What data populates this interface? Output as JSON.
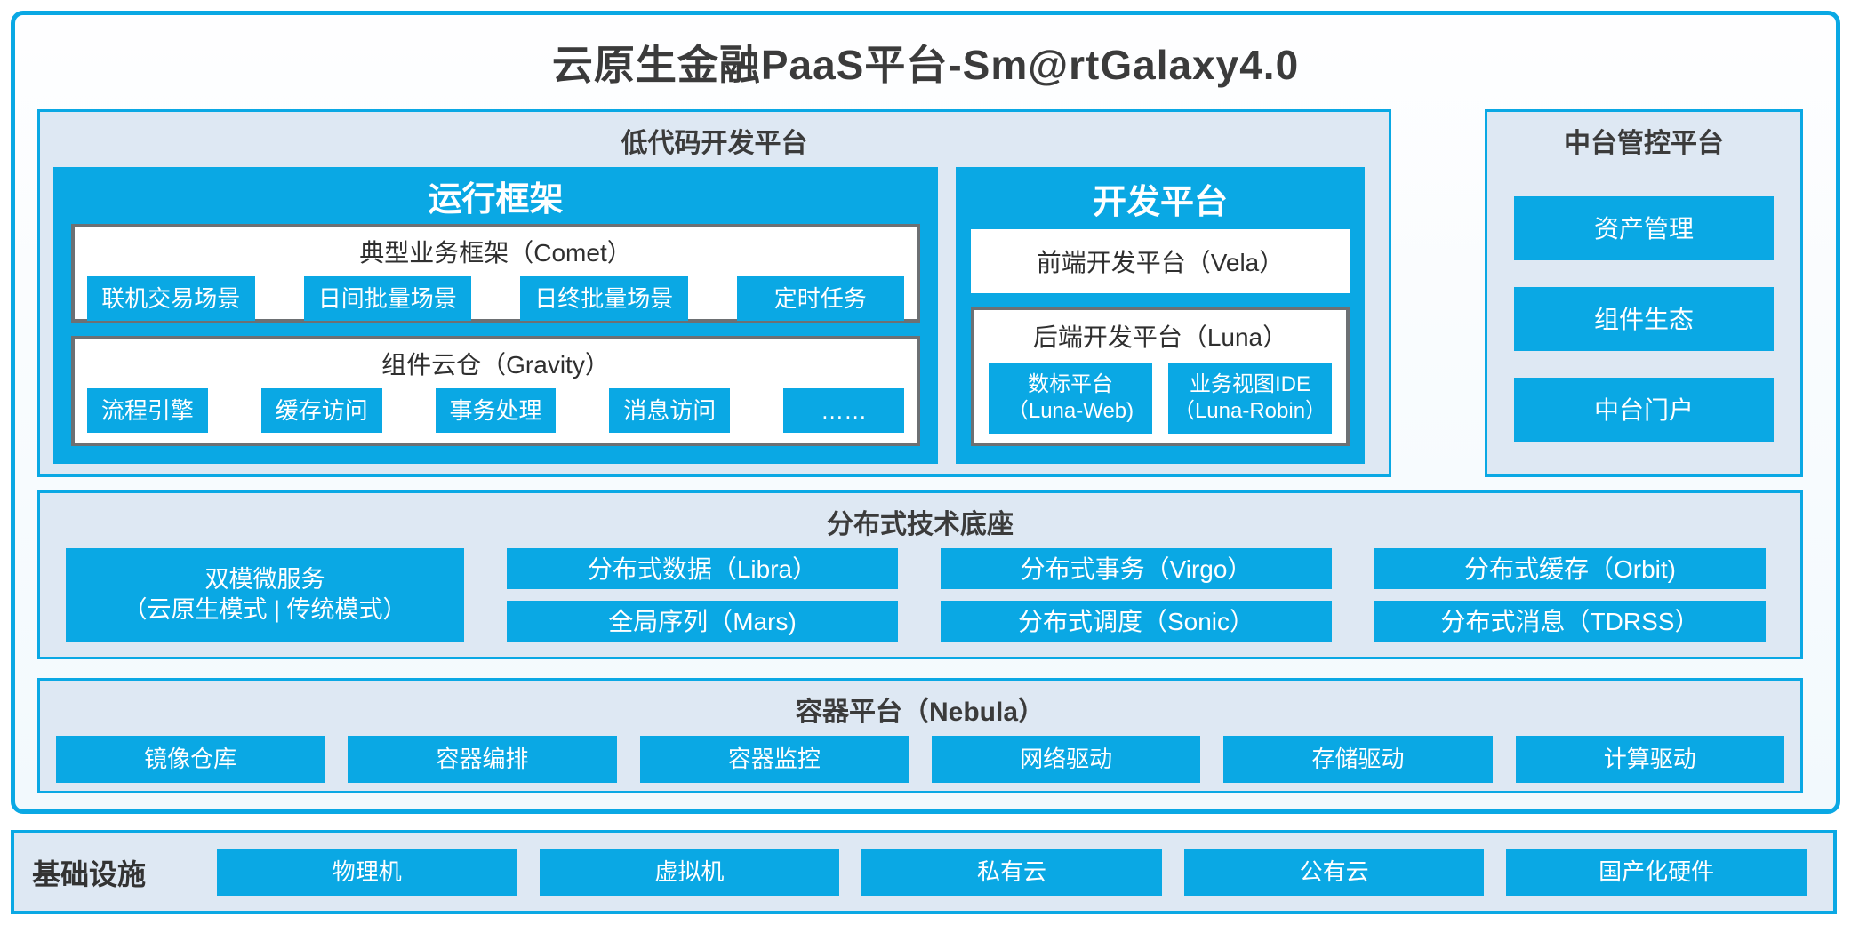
{
  "colors": {
    "accent": "#0AA8E4",
    "section_bg": "#DEE8F3",
    "gray_border": "#6D7073",
    "dark_text": "#3B3B3B",
    "panel_bg_top": "#FEFEFF",
    "panel_bg_bottom": "#F2F9FD"
  },
  "title": "云原生金融PaaS平台-Sm@rtGalaxy4.0",
  "lowcode": {
    "label": "低代码开发平台",
    "runtime": {
      "title": "运行框架",
      "comet": {
        "title": "典型业务框架（Comet）",
        "chips": [
          "联机交易场景",
          "日间批量场景",
          "日终批量场景",
          "定时任务"
        ]
      },
      "gravity": {
        "title": "组件云仓（Gravity）",
        "chips": [
          "流程引擎",
          "缓存访问",
          "事务处理",
          "消息访问",
          "……"
        ]
      }
    },
    "dev": {
      "title": "开发平台",
      "vela": "前端开发平台（Vela）",
      "luna": {
        "title": "后端开发平台（Luna）",
        "chips": [
          {
            "line1": "数标平台",
            "line2": "（Luna-Web)"
          },
          {
            "line1": "业务视图IDE",
            "line2": "（Luna-Robin）"
          }
        ]
      }
    }
  },
  "midplatform": {
    "label": "中台管控平台",
    "items": [
      "资产管理",
      "组件生态",
      "中台门户"
    ]
  },
  "distributed": {
    "label": "分布式技术底座",
    "dual": {
      "line1": "双模微服务",
      "line2": "（云原生模式 | 传统模式）"
    },
    "columns": [
      [
        "分布式数据（Libra）",
        "全局序列（Mars)"
      ],
      [
        "分布式事务（Virgo）",
        "分布式调度（Sonic）"
      ],
      [
        "分布式缓存（Orbit)",
        "分布式消息（TDRSS）"
      ]
    ]
  },
  "container": {
    "label": "容器平台（Nebula）",
    "items": [
      "镜像仓库",
      "容器编排",
      "容器监控",
      "网络驱动",
      "存储驱动",
      "计算驱动"
    ]
  },
  "infra": {
    "label": "基础设施",
    "items": [
      "物理机",
      "虚拟机",
      "私有云",
      "公有云",
      "国产化硬件"
    ]
  }
}
